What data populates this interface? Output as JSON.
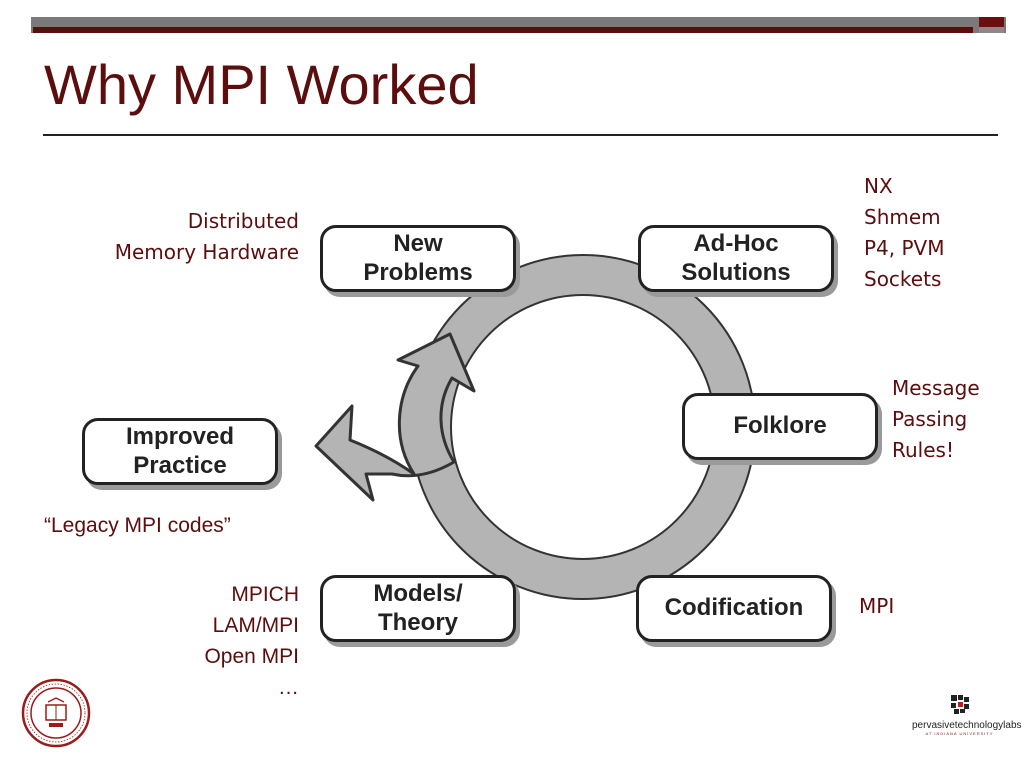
{
  "slide": {
    "title": "Why MPI Worked"
  },
  "cycle": {
    "boxes": {
      "new_problems": "New\nProblems",
      "ad_hoc_solutions": "Ad-Hoc\nSolutions",
      "folklore": "Folklore",
      "codification": "Codification",
      "models_theory": "Models/\nTheory",
      "improved_practice": "Improved\nPractice"
    }
  },
  "annotations": {
    "distributed_memory": "Distributed\nMemory Hardware",
    "ad_hoc_examples": "NX\nShmem\nP4, PVM\nSockets",
    "folklore_examples": "Message\nPassing\nRules!",
    "codification_example": "MPI",
    "implementations": "MPICH\nLAM/MPI\nOpen MPI\n…",
    "legacy": "“Legacy MPI codes”"
  },
  "logos": {
    "seal_name": "university-seal-icon",
    "ptl_brand": "pervasivetechnologylabs",
    "ptl_sub": "AT INDIANA UNIVERSITY"
  },
  "colors": {
    "accent": "#5c0d0d",
    "cycle_fill": "#b4b4b4",
    "cycle_stroke": "#333333"
  }
}
